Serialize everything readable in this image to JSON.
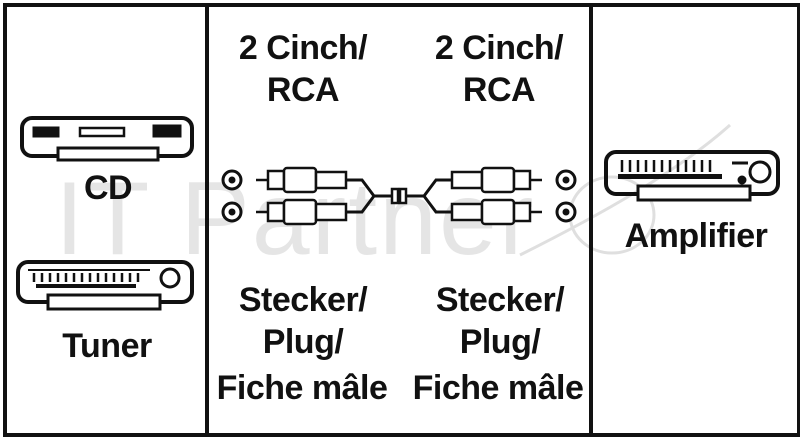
{
  "left_panel": {
    "cd_label": "CD",
    "tuner_label": "Tuner"
  },
  "middle_panel": {
    "left_connector_title_line1": "2 Cinch/",
    "left_connector_title_line2": "RCA",
    "right_connector_title_line1": "2 Cinch/",
    "right_connector_title_line2": "RCA",
    "left_plug_line1": "Stecker/",
    "left_plug_line2": "Plug/",
    "left_plug_line3": "Fiche mâle",
    "right_plug_line1": "Stecker/",
    "right_plug_line2": "Plug/",
    "right_plug_line3": "Fiche mâle"
  },
  "right_panel": {
    "amplifier_label": "Amplifier"
  },
  "watermark": {
    "text": "IT Partner"
  },
  "icons": [
    "cd-player-icon",
    "tuner-icon",
    "amplifier-icon",
    "rca-cable-icon",
    "rca-socket-icon"
  ]
}
